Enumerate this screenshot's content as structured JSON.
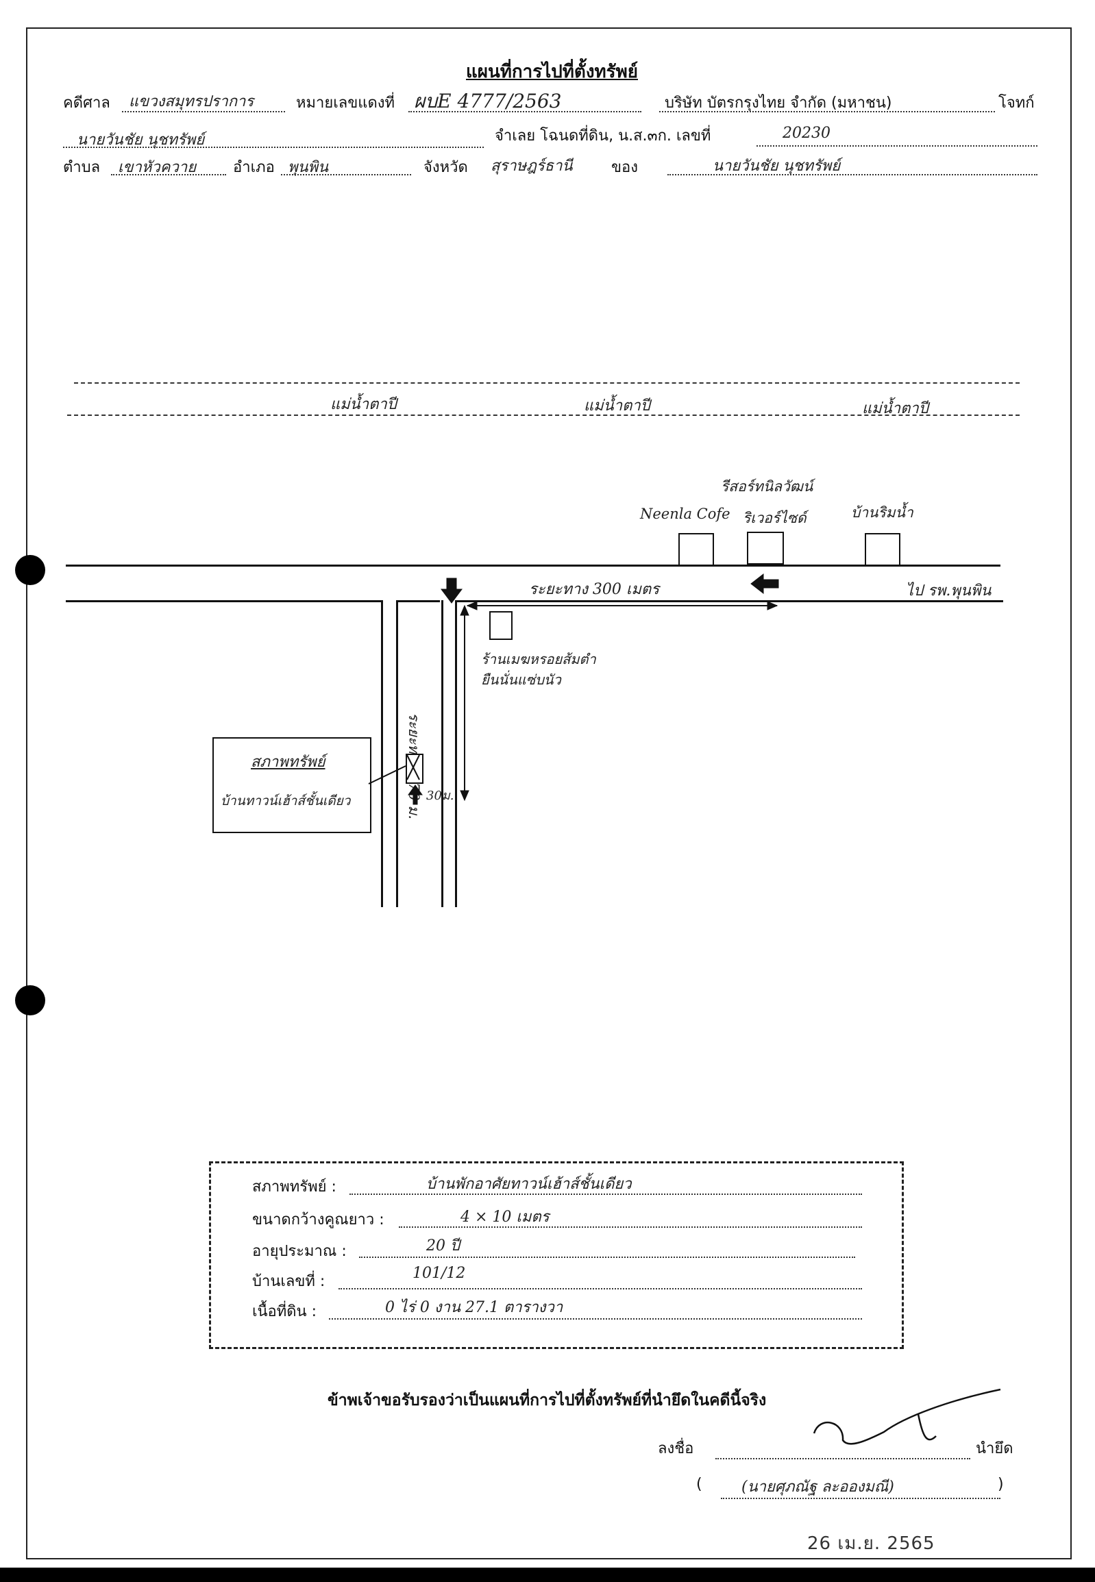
{
  "header": {
    "title": "แผนที่การไปที่ตั้งทรัพย์",
    "case_label": "คดีศาล",
    "court": "แขวงสมุทรปราการ",
    "red_no_label": "หมายเลขแดงที่",
    "red_no": "ผบE 4777/2563",
    "plaintiff": "บริษัท บัตรกรุงไทย จำกัด (มหาชน)",
    "plaintiff_label": "โจทก์",
    "defendant": "นายวันชัย นุชทรัพย์",
    "title_deed_label": "จำเลย โฉนดที่ดิน, น.ส.๓ก. เลขที่",
    "title_deed_no": "20230",
    "subdistrict_label": "ตำบล",
    "subdistrict": "เขาหัวควาย",
    "district_label": "อำเภอ",
    "district": "พุนพิน",
    "province_label": "จังหวัด",
    "province": "สุราษฎร์ธานี",
    "owner_label": "ของ",
    "owner": "นายวันชัย นุชทรัพย์"
  },
  "map": {
    "river1": "แม่น้ำตาปี",
    "river2": "แม่น้ำตาปี",
    "river3": "แม่น้ำตาปี",
    "resort": "รีสอร์ทนิลวัฒน์",
    "riverside": "ริเวอร์ไซด์",
    "neenla": "Neenla Cofe",
    "baanrimnam": "บ้านริมน้ำ",
    "distance_300": "ระยะทาง 300 เมตร",
    "to_punpin": "ไป รพ.พุนพิน",
    "shop_line1": "ร้านเมฆหรอยส้มตำ",
    "shop_line2": "ยืนนั่นแซ่บนัว",
    "distance_170": "ระยะทาง 170 ม.",
    "distance_30": "30ม.",
    "prop_title": "สภาพทรัพย์",
    "prop_desc": "บ้านทาวน์เฮ้าส์ชั้นเดียว"
  },
  "info": {
    "condition_label": "สภาพทรัพย์ :",
    "condition": "บ้านพักอาศัยทาวน์เฮ้าส์ชั้นเดียว",
    "size_label": "ขนาดกว้างคูณยาว :",
    "size": "4 × 10 เมตร",
    "age_label": "อายุประมาณ :",
    "age": "20 ปี",
    "house_no_label": "บ้านเลขที่ :",
    "house_no": "101/12",
    "land_label": "เนื้อที่ดิน :",
    "land": "0 ไร่ 0 งาน 27.1 ตารางวา"
  },
  "certify": {
    "statement": "ข้าพเจ้าขอรับรองว่าเป็นแผนที่การไปที่ตั้งทรัพย์ที่นำยึดในคดีนี้จริง",
    "sign_label": "ลงชื่อ",
    "role": "นำยึด",
    "open_paren": "(",
    "close_paren": ")",
    "signer": "(นายศุภณัฐ ละอองมณี)",
    "date": "26 เม.ย. 2565"
  }
}
